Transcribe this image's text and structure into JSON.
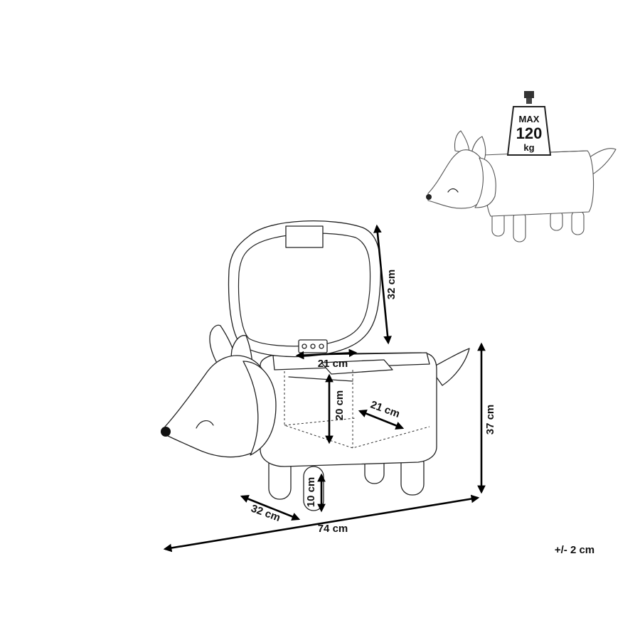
{
  "weight_badge": {
    "line1": "MAX",
    "line2": "120",
    "line3": "kg"
  },
  "dimensions": {
    "lid_height": "32 cm",
    "inner_width": "21 cm",
    "inner_height": "20 cm",
    "inner_depth": "21 cm",
    "total_height": "37 cm",
    "leg_height": "10 cm",
    "depth": "32 cm",
    "length": "74 cm"
  },
  "tolerance": "+/- 2 cm"
}
